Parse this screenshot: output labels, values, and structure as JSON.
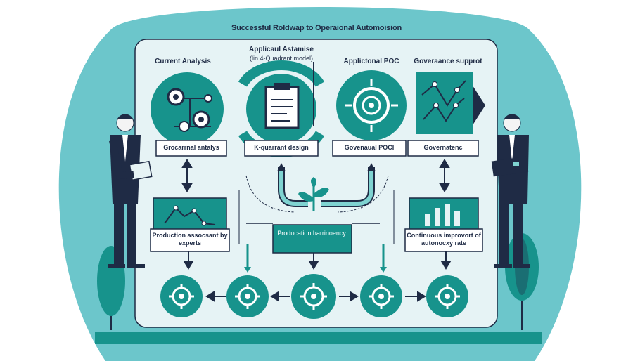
{
  "title": "Successful Roldwap to Operaional Automoision",
  "stages": [
    {
      "title": "Current Analysis",
      "box_label": "Grocarrnal antalys"
    },
    {
      "title": "Applicaul Astamise",
      "subtitle": "(lin 4-Quadrant model)",
      "box_label": "K-quarrant design"
    },
    {
      "title": "Applictonal POC",
      "box_label": "Govenaual POCI"
    },
    {
      "title": "Goveraance supprot",
      "box_label": "Governatenc"
    }
  ],
  "middle": {
    "left_box": "Production assocsant by experts",
    "center_box": "Producation harrinoency.",
    "right_box": "Continuous improvort of autonocxy rate"
  },
  "colors": {
    "teal": "#17938c",
    "teal_light": "#7fd3d1",
    "panel": "#e6f3f5",
    "navy": "#1f2b45",
    "blob": "#6cc6cb"
  },
  "icons": [
    "gear-network-icon",
    "clipboard-icon",
    "target-icon",
    "growth-chart-icon",
    "line-chart-icon",
    "bar-chart-icon",
    "sprout-icon",
    "gear-icon"
  ]
}
